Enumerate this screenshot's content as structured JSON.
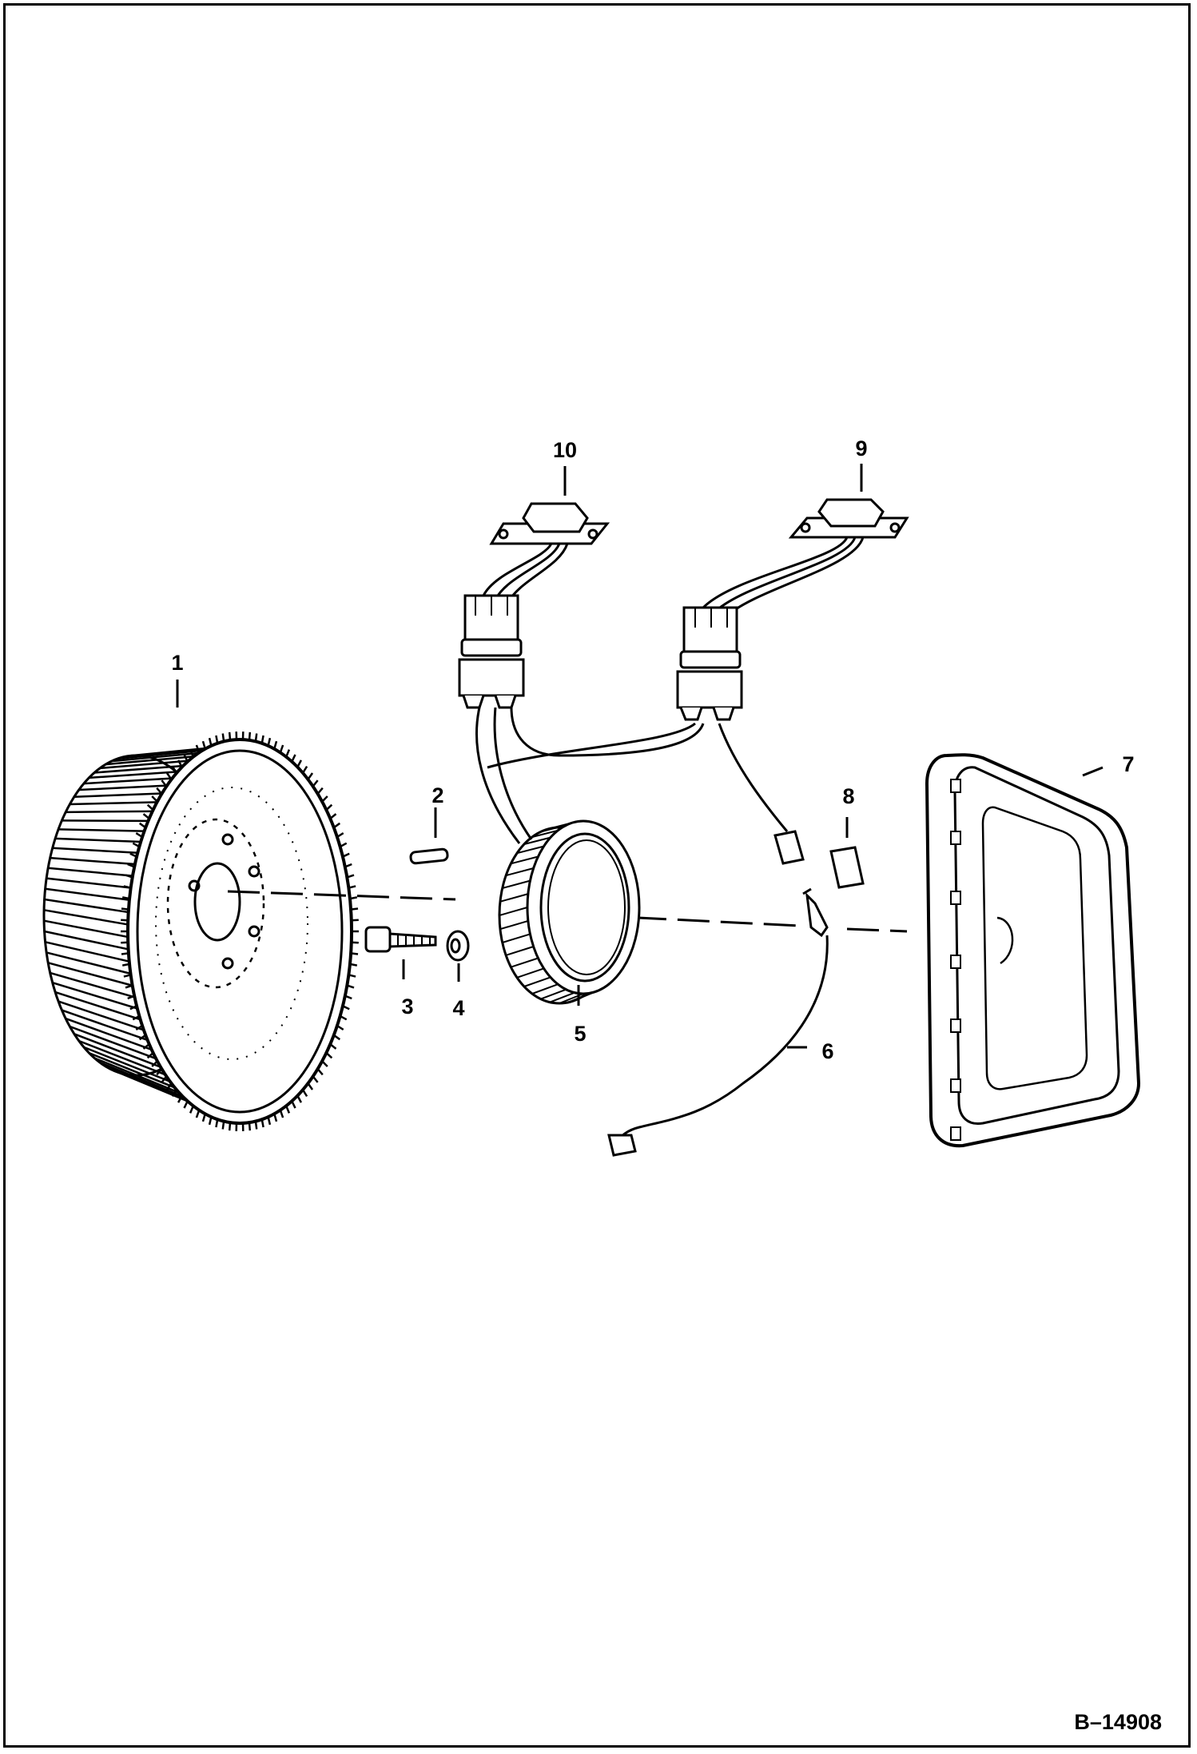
{
  "diagram": {
    "figure_id": "B–14908",
    "callouts": [
      {
        "label": "1"
      },
      {
        "label": "2"
      },
      {
        "label": "3"
      },
      {
        "label": "4"
      },
      {
        "label": "5"
      },
      {
        "label": "6"
      },
      {
        "label": "7"
      },
      {
        "label": "8"
      },
      {
        "label": "9"
      },
      {
        "label": "10"
      }
    ]
  }
}
